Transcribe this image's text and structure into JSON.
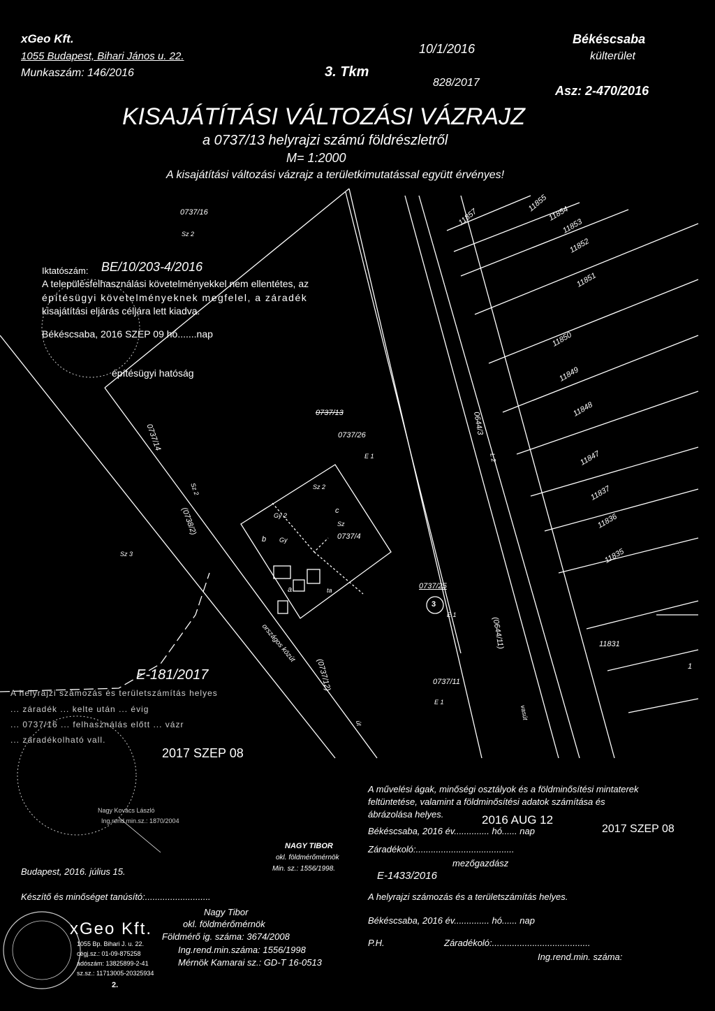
{
  "header": {
    "company": "xGeo Kft.",
    "company_address": "1055 Budapest, Bihari János u. 22.",
    "work_number": "Munkaszám: 146/2016",
    "sheet": "3. Tkm",
    "city": "Békéscsaba",
    "area_type": "külterület",
    "case_number": "Asz: 2-470/2016",
    "handwritten_top_1": "10/1/2016",
    "handwritten_top_2": "828/2017"
  },
  "title": {
    "main": "KISAJÁTÍTÁSI VÁLTOZÁSI VÁZRAJZ",
    "sub": "a 0737/13 helyrajzi számú földrészletről",
    "scale": "M= 1:2000",
    "validity": "A kisajátítási változási vázrajz a területkimutatással együtt érvényes!"
  },
  "stamp_building_authority": {
    "number_label": "Iktatószám:",
    "number_value": "BE/10/203-4/2016",
    "line1": "A településfelhasználási követelményekkel nem ellentétes, az",
    "line2": "építésügyi követelményeknek megfelel, a záradék",
    "line3": "kisajátítási eljárás céljára lett kiadva.",
    "date_line": "Békéscsaba, 2016 SZEP 09 hó.......nap",
    "authority": "építésügyi hatóság"
  },
  "stamp_second": {
    "handwritten_number": "E-181/2017",
    "line1": "A helyrajzi számozás és területszámítás helyes",
    "line2": "... záradék ... kelte után ... évig",
    "line3": "... 0737/16 ... felhasználás előtt ... vázr",
    "line4": "... záradékolható vall.",
    "date": "2017 SZEP 08",
    "signer": "Nagy Kovács László",
    "signer_reg": "Ing.rend.min.sz.: 1870/2004"
  },
  "map_labels": {
    "p0737_16": "0737/16",
    "sz2_top": "Sz 2",
    "p11857": "11857",
    "p11855": "11855",
    "p11854": "11854",
    "p11853": "11853",
    "p11852": "11852",
    "p11851": "11851",
    "p11850": "11850",
    "p11849": "11849",
    "p11848": "11848",
    "p11847": "11847",
    "p11837": "11837",
    "p11836": "11836",
    "p11835": "11835",
    "p11831": "11831",
    "p0737_13": "0737/13",
    "p0737_26": "0737/26",
    "e1_a": "E 1",
    "p0644_3": "0644/3",
    "l2": "L 2",
    "p0737_14": "0737/14",
    "sz2_mid": "Sz 2",
    "p0738_2": "(0738/2)",
    "sz2_box": "Sz 2",
    "gy2": "Gy 2",
    "b": "b",
    "gy": "Gy",
    "c": "c",
    "sz": "Sz",
    "p0737_4": "0737/4",
    "sz3": "Sz 3",
    "a": "a",
    "ta": "ta",
    "p0737_25": "0737/25",
    "circle3": "3",
    "e1_b": "E 1",
    "p0644_11": "(0644/11)",
    "orszagos_kozut": "országos közút",
    "p0737_12": "(0737/12)",
    "ut": "út",
    "p0737_11": "0737/11",
    "e1_c": "E 1",
    "vasut": "vasút",
    "one": "1"
  },
  "certification": {
    "line1": "A művelési ágak, minőségi osztályok és a földminősítési mintaterek",
    "line2": "feltüntetése, valamint a földminősítési adatok számítása és",
    "line3": "ábrázolása helyes.",
    "stamp_date": "2016 AUG 12",
    "date_line": "Békéscsaba, 2016 év.............. hó...... nap",
    "stamp_date2": "2017 SZEP 08",
    "closer": "Záradékoló:.......................................",
    "closer_role": "mezőgazdász",
    "handwritten": "E-1433/2016",
    "hrsz_line": "A helyrajzi számozás és a területszámítás helyes.",
    "date_line2": "Békéscsaba, 2016 év.............. hó...... nap",
    "ph": "P.H.",
    "closer2": "Záradékoló:.......................................",
    "reg": "Ing.rend.min. száma:"
  },
  "engineer_stamp": {
    "name": "NAGY TIBOR",
    "title": "okl. földmérőmérnök",
    "reg": "Min. sz.: 1556/1998."
  },
  "footer": {
    "place_date": "Budapest, 2016. július 15.",
    "preparer": "Készítő és minőséget tanúsító:..........................",
    "signer_name": "Nagy Tibor",
    "signer_title": "okl. földmérőmérnök",
    "surveyor_reg": "Földmérő ig. száma: 3674/2008",
    "min_reg": "Ing.rend.min.száma: 1556/1998",
    "chamber_reg": "Mérnök Kamarai sz.: GD-T 16-0513",
    "stamp_company": "xGeo Kft.",
    "stamp_line1": "1055 Bp. Bihari J. u. 22.",
    "stamp_line2": "cégj.sz.: 01-09-875258",
    "stamp_line3": "adószám: 13825899-2-41",
    "stamp_line4": "sz.sz.: 11713005-20325934",
    "page_mark": "2."
  }
}
